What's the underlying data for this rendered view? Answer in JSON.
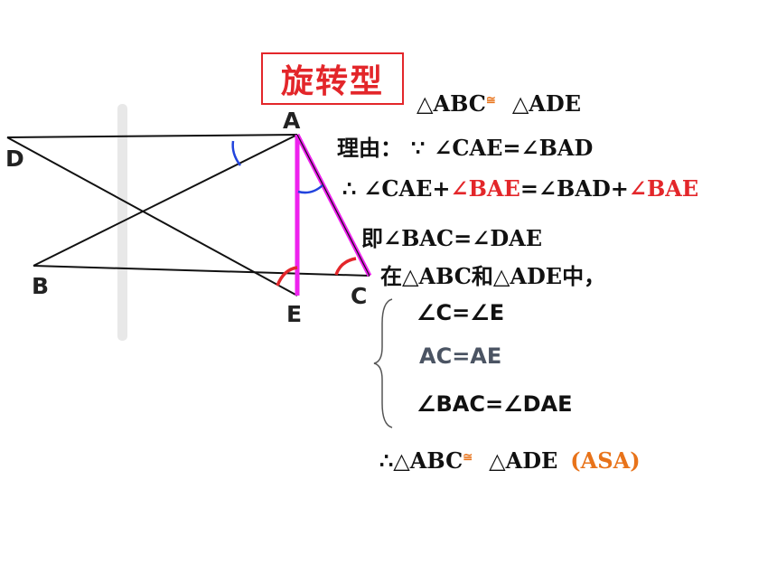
{
  "title": "旋转型",
  "points": {
    "A": "A",
    "B": "B",
    "C": "C",
    "D": "D",
    "E": "E"
  },
  "proof": {
    "claim": {
      "left": "△ABC",
      "cong": "≅",
      "right": "△ADE"
    },
    "reason": {
      "prefix": "理由：",
      "because": "∵",
      "stmt": "∠CAE=∠BAD"
    },
    "step": {
      "therefore": "∴",
      "a": "∠CAE+",
      "b": "∠BAE",
      "c": "=∠BAD+",
      "d": "∠BAE"
    },
    "equiv": "即∠BAC=∠DAE",
    "in_triangles": "在△ABC和△ADE中，",
    "conditions": [
      "∠C=∠E",
      "AC=AE",
      "∠BAC=∠DAE"
    ],
    "conclusion": {
      "therefore": "∴",
      "left": "△ABC",
      "cong": "≅",
      "right": "△ADE",
      "reason": "(ASA)"
    }
  },
  "colors": {
    "title_red": "#e3262a",
    "highlight_red": "#e3262a",
    "cong_orange": "#e8731a",
    "asa_orange": "#e8731a",
    "magenta": "#ee22ee",
    "angle_blue": "#2244dd",
    "condition_gray": "#4b5463",
    "divider": "#e8e8e8"
  }
}
